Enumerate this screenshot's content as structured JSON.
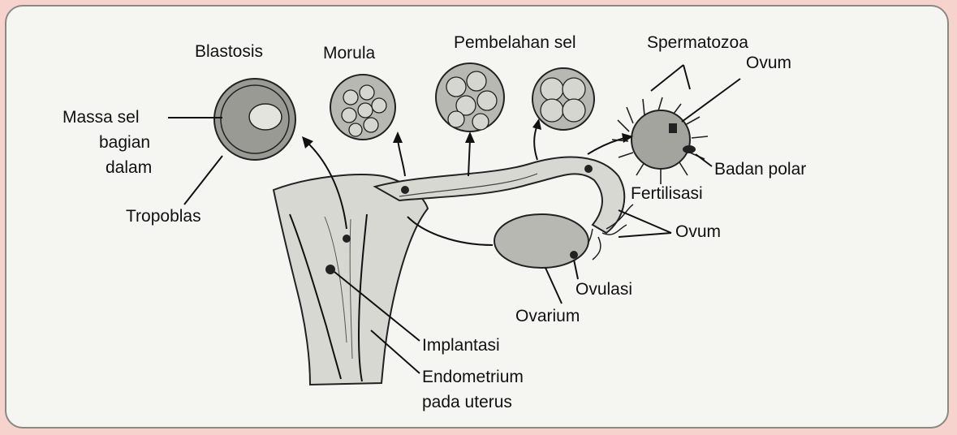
{
  "labels": {
    "blastosis": "Blastosis",
    "morula": "Morula",
    "pembelahan_sel": "Pembelahan sel",
    "spermatozoa": "Spermatozoa",
    "ovum_top": "Ovum",
    "massa_sel_1": "Massa sel",
    "massa_sel_2": "bagian",
    "massa_sel_3": "dalam",
    "tropoblas": "Tropoblas",
    "badan_polar": "Badan polar",
    "fertilisasi": "Fertilisasi",
    "ovum_mid": "Ovum",
    "ovulasi": "Ovulasi",
    "ovarium": "Ovarium",
    "implantasi": "Implantasi",
    "endometrium_1": "Endometrium",
    "endometrium_2": "pada uterus"
  },
  "colors": {
    "page_background": "#f6d3cd",
    "panel_background": "#f5f5f1",
    "ink": "#111111"
  }
}
